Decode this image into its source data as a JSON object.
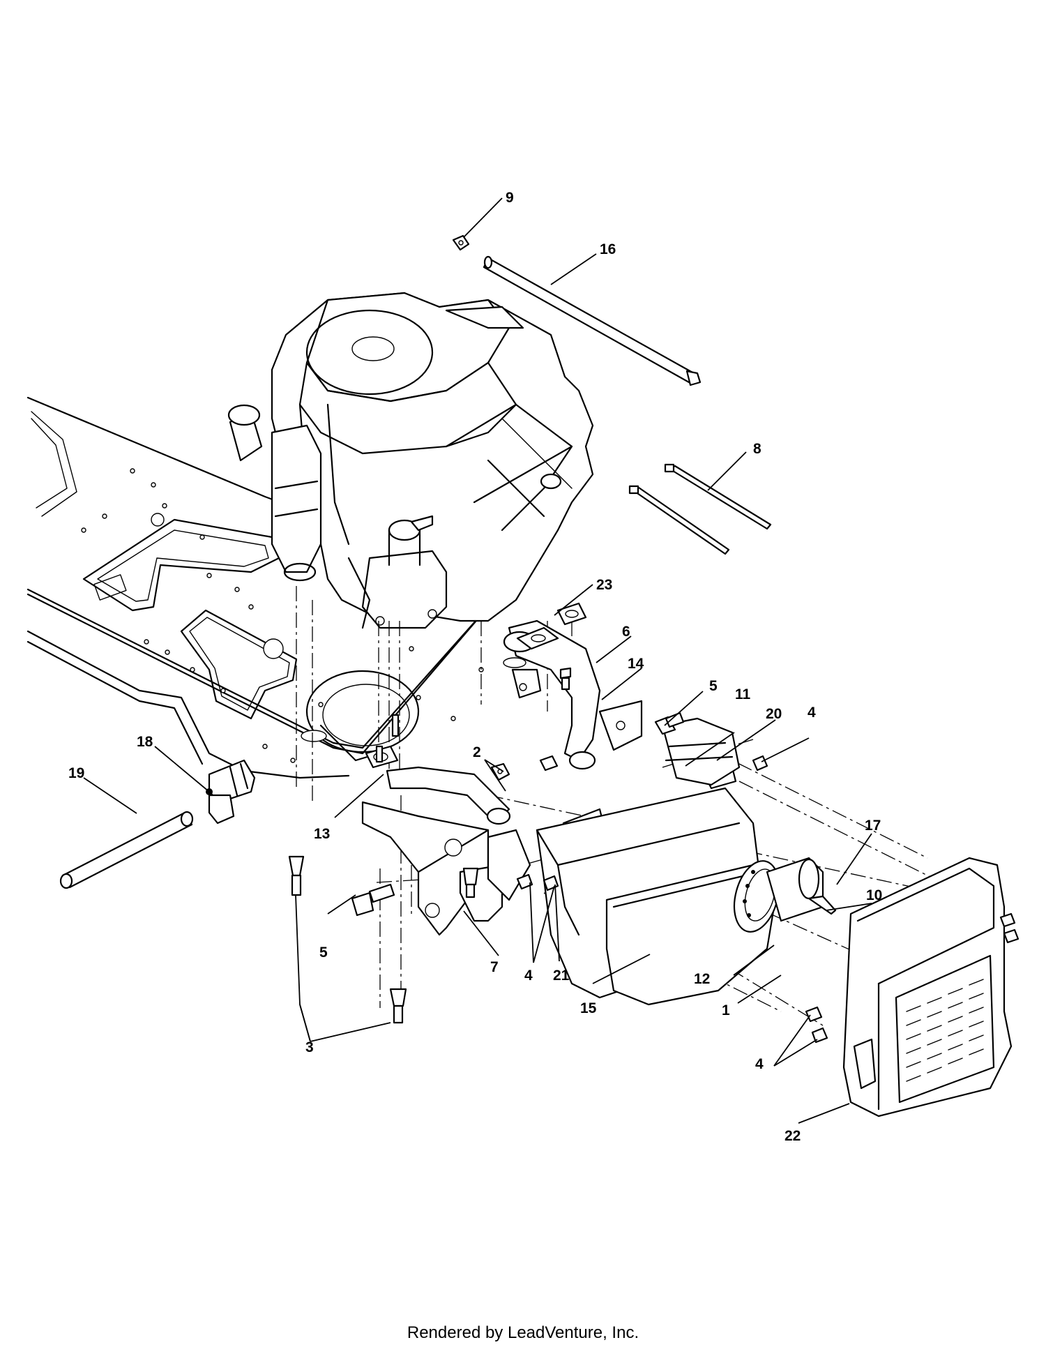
{
  "callouts": [
    {
      "id": "c1",
      "text": "1"
    },
    {
      "id": "c2",
      "text": "2"
    },
    {
      "id": "c3",
      "text": "3"
    },
    {
      "id": "c4a",
      "text": "4"
    },
    {
      "id": "c4b",
      "text": "4"
    },
    {
      "id": "c4c",
      "text": "4"
    },
    {
      "id": "c5a",
      "text": "5"
    },
    {
      "id": "c5b",
      "text": "5"
    },
    {
      "id": "c6",
      "text": "6"
    },
    {
      "id": "c7",
      "text": "7"
    },
    {
      "id": "c8",
      "text": "8"
    },
    {
      "id": "c9",
      "text": "9"
    },
    {
      "id": "c10",
      "text": "10"
    },
    {
      "id": "c11",
      "text": "11"
    },
    {
      "id": "c12",
      "text": "12"
    },
    {
      "id": "c13",
      "text": "13"
    },
    {
      "id": "c14",
      "text": "14"
    },
    {
      "id": "c15",
      "text": "15"
    },
    {
      "id": "c16",
      "text": "16"
    },
    {
      "id": "c17",
      "text": "17"
    },
    {
      "id": "c18",
      "text": "18"
    },
    {
      "id": "c19",
      "text": "19"
    },
    {
      "id": "c20",
      "text": "20"
    },
    {
      "id": "c21",
      "text": "21"
    },
    {
      "id": "c22",
      "text": "22"
    },
    {
      "id": "c23",
      "text": "23"
    }
  ],
  "footer": {
    "text": "Rendered by LeadVenture, Inc."
  },
  "colors": {
    "ink": "#000000",
    "paper": "#ffffff"
  }
}
